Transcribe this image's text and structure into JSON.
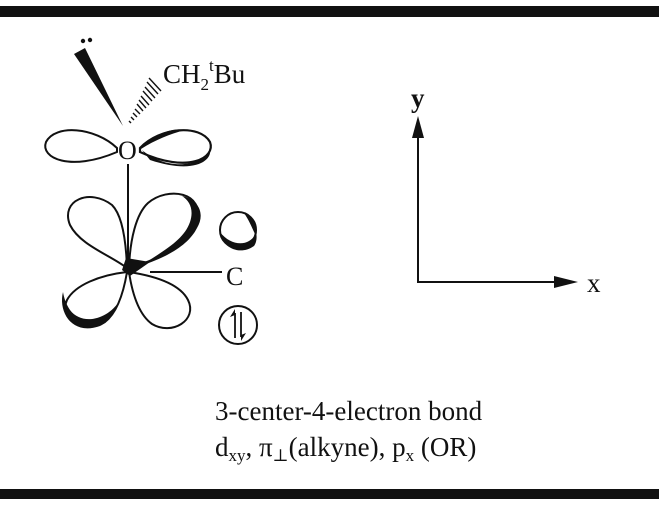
{
  "atom_labels": {
    "oxygen": "O",
    "carbon": "C",
    "substituent": {
      "base": "CH",
      "subscript": "2",
      "superscript": "t",
      "tail": "Bu"
    }
  },
  "axes": {
    "x_label": "x",
    "y_label": "y"
  },
  "caption": {
    "line1": "3-center-4-electron bond",
    "line2": {
      "dxy": "d",
      "dxy_sub": "xy",
      "sep1": ", ",
      "pi": "π",
      "pi_sub": "⊥",
      "pi_tail": "(alkyne), ",
      "px": "p",
      "px_sub": "x",
      "px_tail": " (OR)"
    }
  }
}
